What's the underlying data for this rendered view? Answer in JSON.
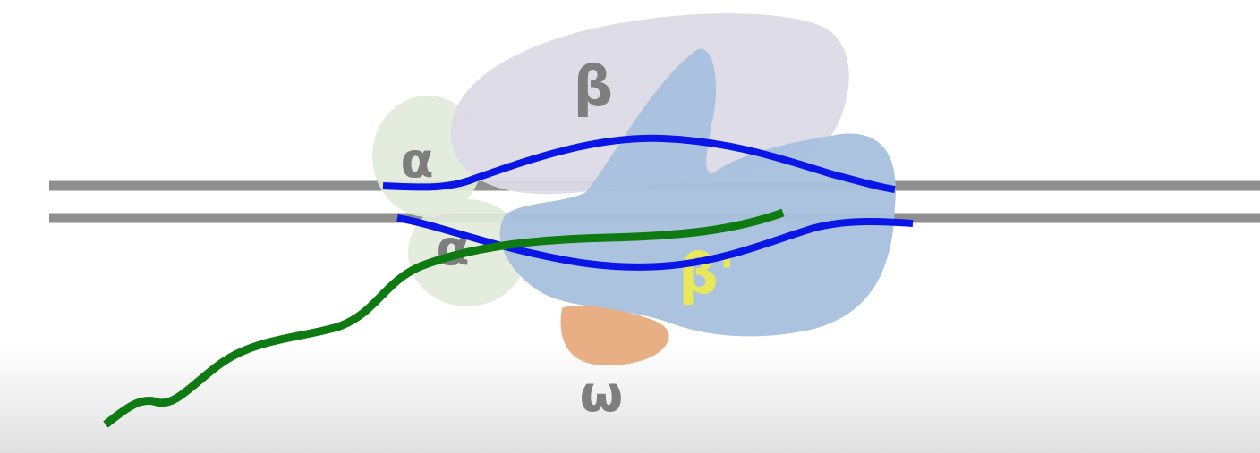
{
  "colors": {
    "dna_strand": "#8f8f8f",
    "transcript_strand": "#0a16e6",
    "rna_transcript": "#0f7a12",
    "beta_subunit": "#dcdbe6",
    "beta_prime_subunit": "#a8c1de",
    "alpha_subunit": "#e2eadb",
    "omega_subunit": "#e8ae84",
    "label_gray": "#7e7e7e",
    "beta_prime_label": "#e8e85a"
  },
  "labels": {
    "beta": "β",
    "beta_prime": "β'",
    "alpha_top": "α",
    "alpha_bottom": "α",
    "omega": "ω"
  }
}
